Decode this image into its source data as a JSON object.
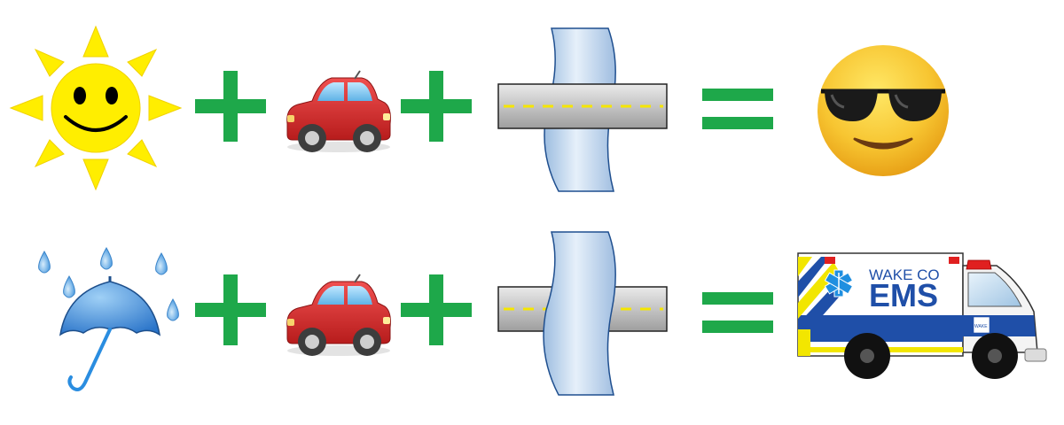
{
  "rows": [
    {
      "terms": [
        "sun-icon",
        "car-icon",
        "road-bridge-icon"
      ],
      "bridge_state": "intact",
      "result": "sunglasses-face-icon"
    },
    {
      "terms": [
        "rain-umbrella-icon",
        "car-icon",
        "road-bridge-icon"
      ],
      "bridge_state": "washed-out",
      "result": "ambulance-icon"
    }
  ],
  "ambulance": {
    "text_line1": "WAKE CO",
    "text_line2": "EMS",
    "side_text": "WAKE"
  },
  "colors": {
    "operator": "#1ea84a",
    "sun": "#ffee00",
    "car": "#d42b2b",
    "road": "#cfcfcf",
    "road_dash": "#f5e600",
    "water": "#bcd4ea",
    "ambulance_blue": "#1f4fa8",
    "ambulance_yellow": "#f2e600"
  }
}
